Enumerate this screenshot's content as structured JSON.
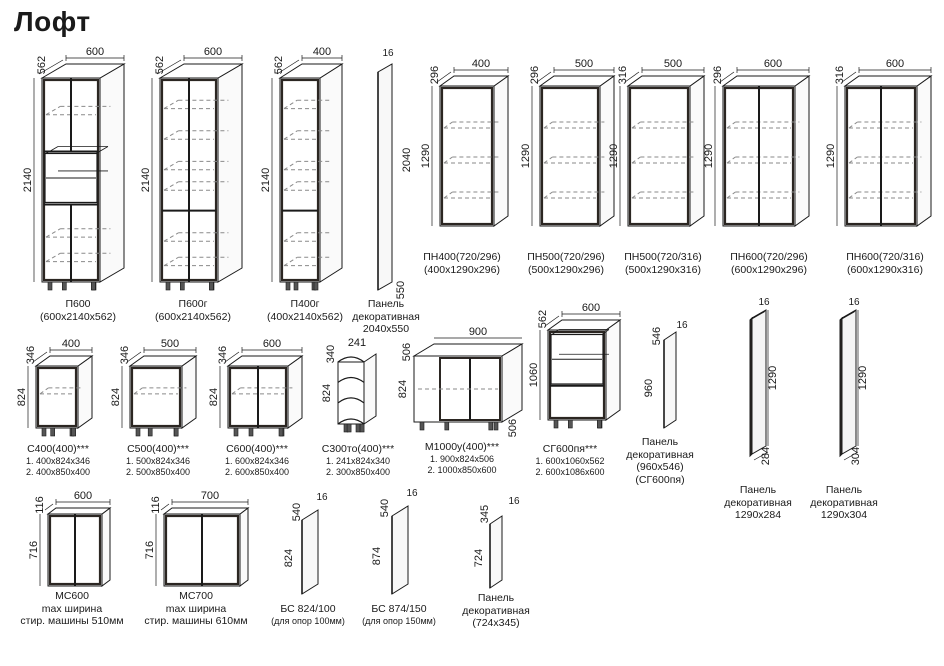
{
  "title": "Лофт",
  "items": [
    {
      "name": "П600",
      "size": "(600x2140x562)",
      "w": "600",
      "h": "2140",
      "d": "562"
    },
    {
      "name": "П600г",
      "size": "(600x2140x562)",
      "w": "600",
      "h": "2140",
      "d": "562"
    },
    {
      "name": "П400г",
      "size": "(400x2140x562)",
      "w": "400",
      "h": "2140",
      "d": "562"
    },
    {
      "name": "Панель",
      "line2": "декоративная",
      "size": "2040x550",
      "w": "16",
      "h": "2040",
      "d": "550"
    },
    {
      "name": "ПН400(720/296)",
      "size": "(400x1290x296)",
      "w": "400",
      "h": "1290",
      "d": "296"
    },
    {
      "name": "ПН500(720/296)",
      "size": "(500x1290x296)",
      "w": "500",
      "h": "1290",
      "d": "296"
    },
    {
      "name": "ПН500(720/316)",
      "size": "(500x1290x316)",
      "w": "500",
      "h": "1290",
      "d": "316"
    },
    {
      "name": "ПН600(720/296)",
      "size": "(600x1290x296)",
      "w": "600",
      "h": "1290",
      "d": "296"
    },
    {
      "name": "ПН600(720/316)",
      "size": "(600x1290x316)",
      "w": "600",
      "h": "1290",
      "d": "316"
    },
    {
      "name": "С400(400)***",
      "v1": "1. 400x824x346",
      "v2": "2. 400x850x400",
      "w": "400",
      "h": "824",
      "d": "346"
    },
    {
      "name": "С500(400)***",
      "v1": "1. 500x824x346",
      "v2": "2. 500x850x400",
      "w": "500",
      "h": "824",
      "d": "346"
    },
    {
      "name": "С600(400)***",
      "v1": "1. 600x824x346",
      "v2": "2. 600x850x400",
      "w": "600",
      "h": "824",
      "d": "346"
    },
    {
      "name": "С300то(400)***",
      "v1": "1. 241x824x340",
      "v2": "2. 300x850x400",
      "w": "241",
      "h": "824",
      "d": "340"
    },
    {
      "name": "М1000у(400)***",
      "v1": "1. 900x824x506",
      "v2": "2. 1000x850x600",
      "w": "900",
      "h": "824",
      "d": "506",
      "d2": "506"
    },
    {
      "name": "СГ600пя***",
      "v1": "1. 600x1060x562",
      "v2": "2. 600x1086x600",
      "w": "600",
      "h": "1060",
      "d": "562"
    },
    {
      "name": "Панель",
      "line2": "декоративная",
      "line3": "(960x546)",
      "line4": "(СГ600пя)",
      "w": "16",
      "h": "960",
      "d": "546"
    },
    {
      "name": "Панель",
      "line2": "декоративная",
      "size": "1290x284",
      "w": "16",
      "h": "1290",
      "d": "284"
    },
    {
      "name": "Панель",
      "line2": "декоративная",
      "size": "1290x304",
      "w": "16",
      "h": "1290",
      "d": "304"
    },
    {
      "name": "МС600",
      "line2": "max ширина",
      "line3": "стир. машины 510мм",
      "w": "600",
      "h": "716",
      "d": "116"
    },
    {
      "name": "МС700",
      "line2": "max ширина",
      "line3": "стир. машины 610мм",
      "w": "700",
      "h": "716",
      "d": "116"
    },
    {
      "name": "БС 824/100",
      "line2": "(для опор 100мм)",
      "w": "16",
      "h": "824",
      "d": "540"
    },
    {
      "name": "БС 874/150",
      "line2": "(для опор 150мм)",
      "w": "16",
      "h": "874",
      "d": "540"
    },
    {
      "name": "Панель",
      "line2": "декоративная",
      "line3": "(724x345)",
      "w": "16",
      "h": "724",
      "d": "345"
    }
  ]
}
